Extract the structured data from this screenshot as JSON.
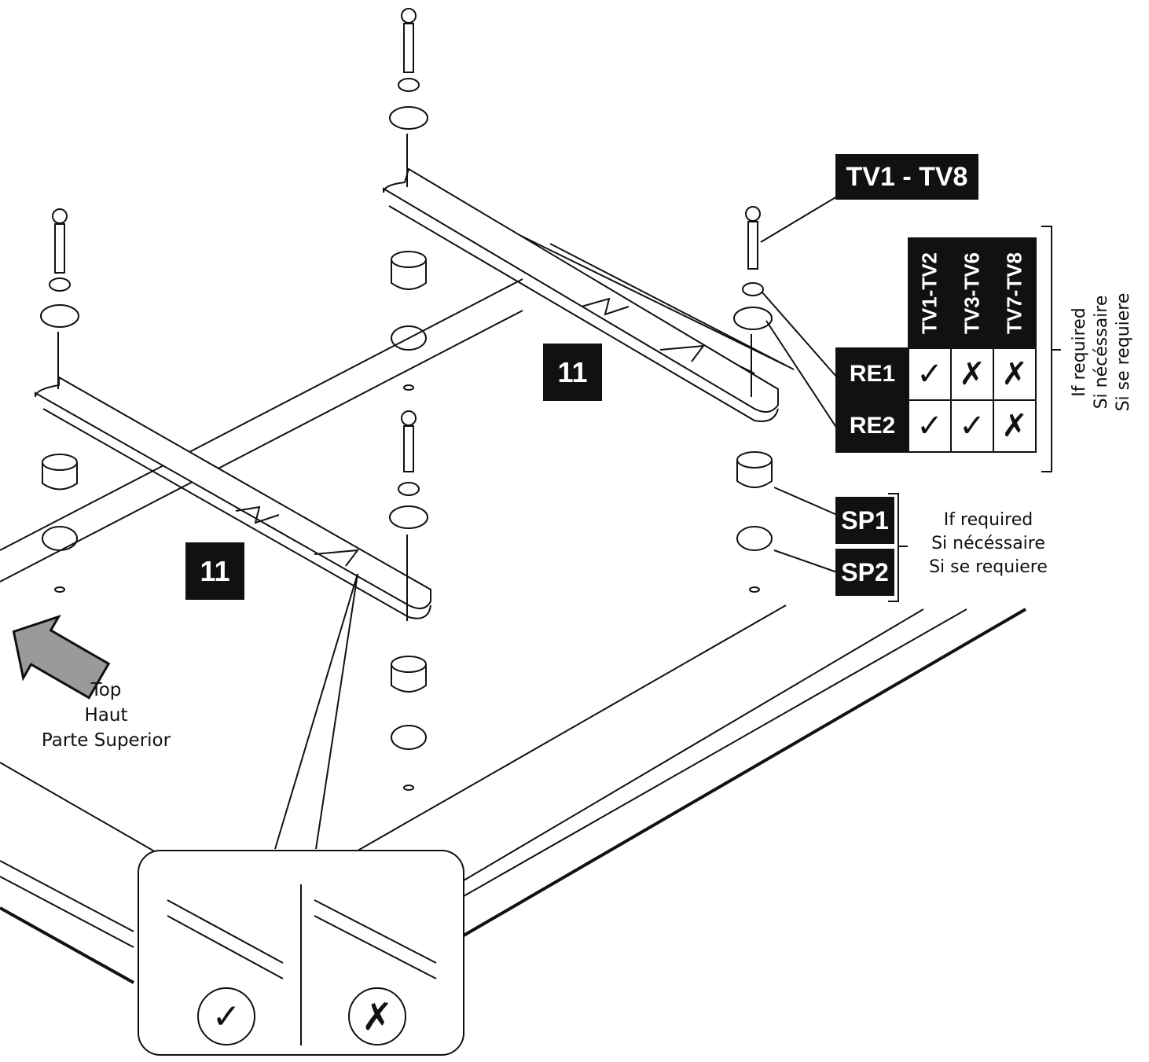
{
  "step_labels": [
    "11",
    "11"
  ],
  "parts": {
    "tv_range": "TV1 - TV8",
    "re1": "RE1",
    "re2": "RE2",
    "sp1": "SP1",
    "sp2": "SP2"
  },
  "compat_table": {
    "columns": [
      "TV1-TV2",
      "TV3-TV6",
      "TV7-TV8"
    ],
    "rows": [
      {
        "label": "RE1",
        "marks": [
          "✓",
          "✗",
          "✗"
        ]
      },
      {
        "label": "RE2",
        "marks": [
          "✓",
          "✓",
          "✗"
        ]
      }
    ],
    "note": [
      "If required",
      "Si nécéssaire",
      "Si se requiere"
    ]
  },
  "spacer_note": [
    "If required",
    "Si nécéssaire",
    "Si se requiere"
  ],
  "orientation": [
    "Top",
    "Haut",
    "Parte Superior"
  ],
  "detail_marks": {
    "correct": "✓",
    "wrong": "✗"
  }
}
